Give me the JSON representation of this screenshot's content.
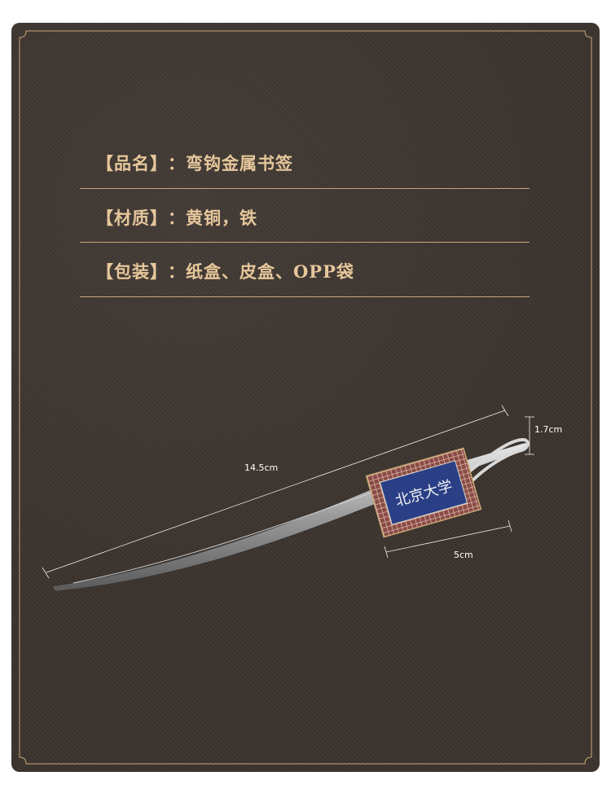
{
  "specs": [
    {
      "label": "【品名】",
      "separator": "：",
      "value": "弯钩金属书签"
    },
    {
      "label": "【材质】",
      "separator": "：",
      "value": "黄铜，铁"
    },
    {
      "label": "【包装】",
      "separator": "：",
      "value": "纸盒、皮盒、OPP袋"
    }
  ],
  "dimensions": {
    "length": "14.5cm",
    "width": "1.7cm",
    "plate_length": "5cm"
  },
  "plate_text": "北京大学",
  "colors": {
    "background": "#3b332d",
    "gold": "#e6c79b",
    "plate_blue": "#2a3f86",
    "plate_border": "#8a4a45"
  }
}
